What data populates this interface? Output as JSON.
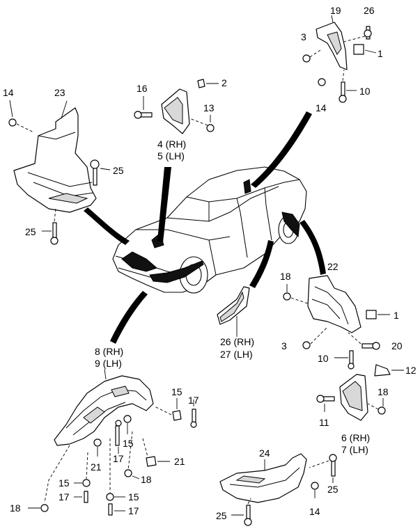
{
  "callouts": [
    {
      "id": "c-19",
      "text": "19"
    },
    {
      "id": "c-26a",
      "text": "26"
    },
    {
      "id": "c-3a",
      "text": "3"
    },
    {
      "id": "c-1a",
      "text": "1"
    },
    {
      "id": "c-14a",
      "text": "14"
    },
    {
      "id": "c-10a",
      "text": "10"
    },
    {
      "id": "c-16",
      "text": "16"
    },
    {
      "id": "c-2",
      "text": "2"
    },
    {
      "id": "c-13",
      "text": "13"
    },
    {
      "id": "c-4rh",
      "text": "4 (RH)"
    },
    {
      "id": "c-5lh",
      "text": "5 (LH)"
    },
    {
      "id": "c-14b",
      "text": "14"
    },
    {
      "id": "c-23",
      "text": "23"
    },
    {
      "id": "c-25a",
      "text": "25"
    },
    {
      "id": "c-25b",
      "text": "25"
    },
    {
      "id": "c-18a",
      "text": "18"
    },
    {
      "id": "c-22",
      "text": "22"
    },
    {
      "id": "c-1b",
      "text": "1"
    },
    {
      "id": "c-3b",
      "text": "3"
    },
    {
      "id": "c-20",
      "text": "20"
    },
    {
      "id": "c-10b",
      "text": "10"
    },
    {
      "id": "c-12",
      "text": "12"
    },
    {
      "id": "c-18b",
      "text": "18"
    },
    {
      "id": "c-11",
      "text": "11"
    },
    {
      "id": "c-6rh",
      "text": "6 (RH)"
    },
    {
      "id": "c-7lh",
      "text": "7 (LH)"
    },
    {
      "id": "c-26rh",
      "text": "26 (RH)"
    },
    {
      "id": "c-27lh",
      "text": "27 (LH)"
    },
    {
      "id": "c-8rh",
      "text": "8 (RH)"
    },
    {
      "id": "c-9lh",
      "text": "9 (LH)"
    },
    {
      "id": "c-15a",
      "text": "15"
    },
    {
      "id": "c-17a",
      "text": "17"
    },
    {
      "id": "c-15b",
      "text": "15"
    },
    {
      "id": "c-21a",
      "text": "21"
    },
    {
      "id": "c-17b",
      "text": "17"
    },
    {
      "id": "c-21b",
      "text": "21"
    },
    {
      "id": "c-18c",
      "text": "18"
    },
    {
      "id": "c-15c",
      "text": "15"
    },
    {
      "id": "c-17c",
      "text": "17"
    },
    {
      "id": "c-15d",
      "text": "15"
    },
    {
      "id": "c-17d",
      "text": "17"
    },
    {
      "id": "c-18d",
      "text": "18"
    },
    {
      "id": "c-24",
      "text": "24"
    },
    {
      "id": "c-25c",
      "text": "25"
    },
    {
      "id": "c-14c",
      "text": "14"
    },
    {
      "id": "c-25d",
      "text": "25"
    }
  ]
}
